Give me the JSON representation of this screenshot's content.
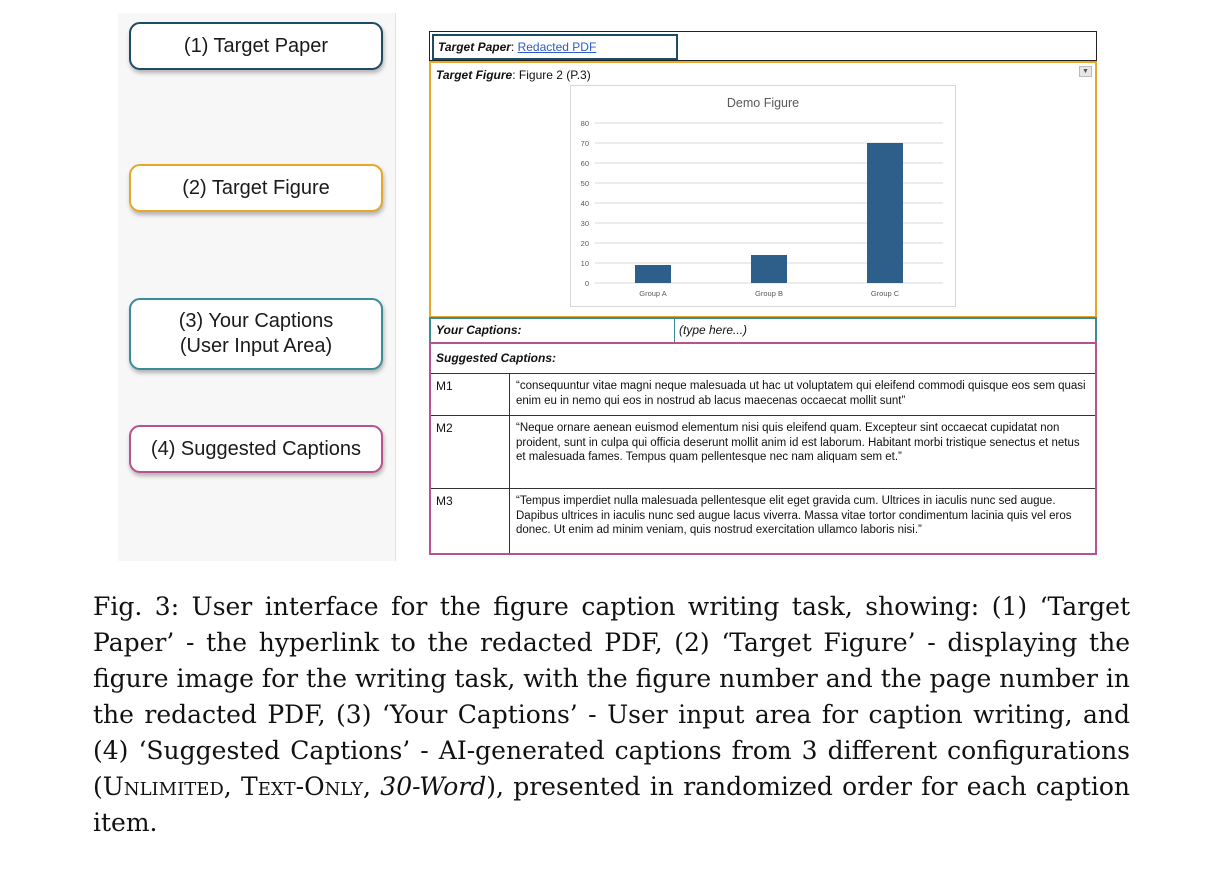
{
  "legend": {
    "items": [
      {
        "label": "(1) Target Paper",
        "color": "#1f4a63"
      },
      {
        "label": "(2) Target Figure",
        "color": "#e7a72a"
      },
      {
        "label": "(3) Your Captions\n(User Input Area)",
        "color": "#3a8d96"
      },
      {
        "label": "(4) Suggested Captions",
        "color": "#b8518f"
      }
    ]
  },
  "ui": {
    "target_paper": {
      "label": "Target Paper",
      "sep": ": ",
      "link_text": "Redacted PDF"
    },
    "target_figure": {
      "label": "Target Figure",
      "value": ": Figure 2 (P.3)"
    },
    "your_captions": {
      "label": "Your Captions:",
      "placeholder": "(type here...)"
    },
    "suggested": {
      "heading": "Suggested Captions:",
      "rows": [
        {
          "id": "M1",
          "text": "“consequuntur vitae magni neque malesuada ut hac ut voluptatem qui eleifend commodi quisque eos sem quasi enim eu in nemo qui eos in nostrud ab lacus maecenas occaecat mollit sunt”"
        },
        {
          "id": "M2",
          "text": "“Neque ornare aenean euismod elementum nisi quis eleifend quam. Excepteur sint occaecat cupidatat non proident, sunt in culpa qui officia deserunt mollit anim id est laborum. Habitant morbi tristique senectus et netus et malesuada fames. Tempus quam pellentesque nec nam aliquam sem et.”"
        },
        {
          "id": "M3",
          "text": "“Tempus imperdiet nulla malesuada pellentesque elit eget gravida cum. Ultrices in iaculis nunc sed augue. Dapibus ultrices in iaculis nunc sed augue lacus viverra. Massa vitae tortor condimentum lacinia quis vel eros donec. Ut enim ad minim veniam, quis nostrud exercitation ullamco laboris nisi.”"
        }
      ]
    }
  },
  "chart_data": {
    "type": "bar",
    "title": "Demo Figure",
    "categories": [
      "Group A",
      "Group B",
      "Group C"
    ],
    "values": [
      9,
      14,
      70
    ],
    "ylim": [
      0,
      80
    ],
    "yticks": [
      0,
      10,
      20,
      30,
      40,
      50,
      60,
      70,
      80
    ],
    "bar_color": "#2e5f8a",
    "grid": true,
    "xlabel": "",
    "ylabel": ""
  },
  "caption": {
    "p1": "Fig. 3: User interface for the figure caption writing task, showing: (1) ‘Target Paper’ - the hyperlink to the redacted PDF, (2) ‘Target Figure’ - displaying the figure image for the writing task, with the figure number and the page number in the redacted PDF, (3) ‘Your Captions’ - User input area for caption writing, and (4) ‘Suggested Captions’ - AI-generated captions from 3 different configurations (",
    "c1": "Unlimited",
    "sep1": ", ",
    "c2": "Text-Only",
    "sep2": ", ",
    "c3": "30-Word",
    "p2": "), presented in randomized order for each caption item."
  }
}
